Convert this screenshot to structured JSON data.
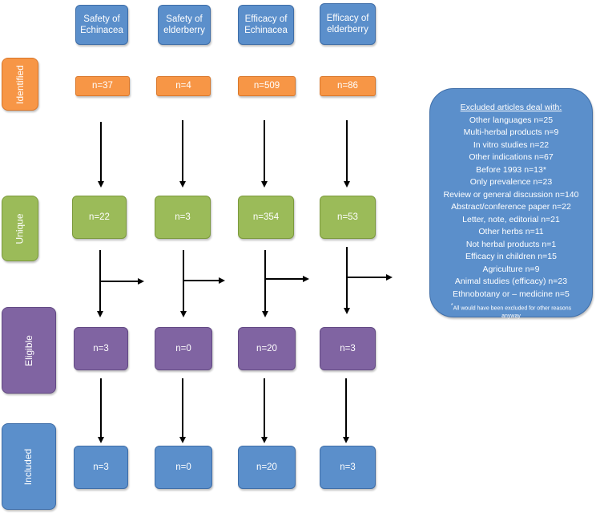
{
  "columns": [
    {
      "header": "Safety of Echinacea",
      "identified": "n=37",
      "unique": "n=22",
      "eligible": "n=3",
      "included": "n=3"
    },
    {
      "header": "Safety of elderberry",
      "identified": "n=4",
      "unique": "n=3",
      "eligible": "n=0",
      "included": "n=0"
    },
    {
      "header": "Efficacy of Echinacea",
      "identified": "n=509",
      "unique": "n=354",
      "eligible": "n=20",
      "included": "n=20"
    },
    {
      "header": "Efficacy of elderberry",
      "identified": "n=86",
      "unique": "n=53",
      "eligible": "n=3",
      "included": "n=3"
    }
  ],
  "stages": {
    "identified": "Identified",
    "unique": "Unique",
    "eligible": "Eligible",
    "included": "Included"
  },
  "excluded": {
    "title": "Excluded articles deal with:",
    "items": [
      "Other languages n=25",
      "Multi-herbal products n=9",
      "In vitro studies n=22",
      "Other indications n=67",
      "Before 1993 n=13*",
      "Only prevalence n=23",
      "Review or general discussion n=140",
      "Abstract/conference paper n=22",
      "Letter, note, editorial n=21",
      "Other herbs n=11",
      "Not herbal products n=1",
      "Efficacy in children n=15",
      "Agriculture n=9",
      "Animal studies (efficacy) n=23",
      "Ethnobotany or – medicine n=5"
    ],
    "note_marker": "*",
    "note": "All would have been excluded for other reasons anyway"
  },
  "colors": {
    "blue": "#5b8fcb",
    "orange": "#f79646",
    "green": "#9bbb59",
    "purple": "#8064a2"
  }
}
